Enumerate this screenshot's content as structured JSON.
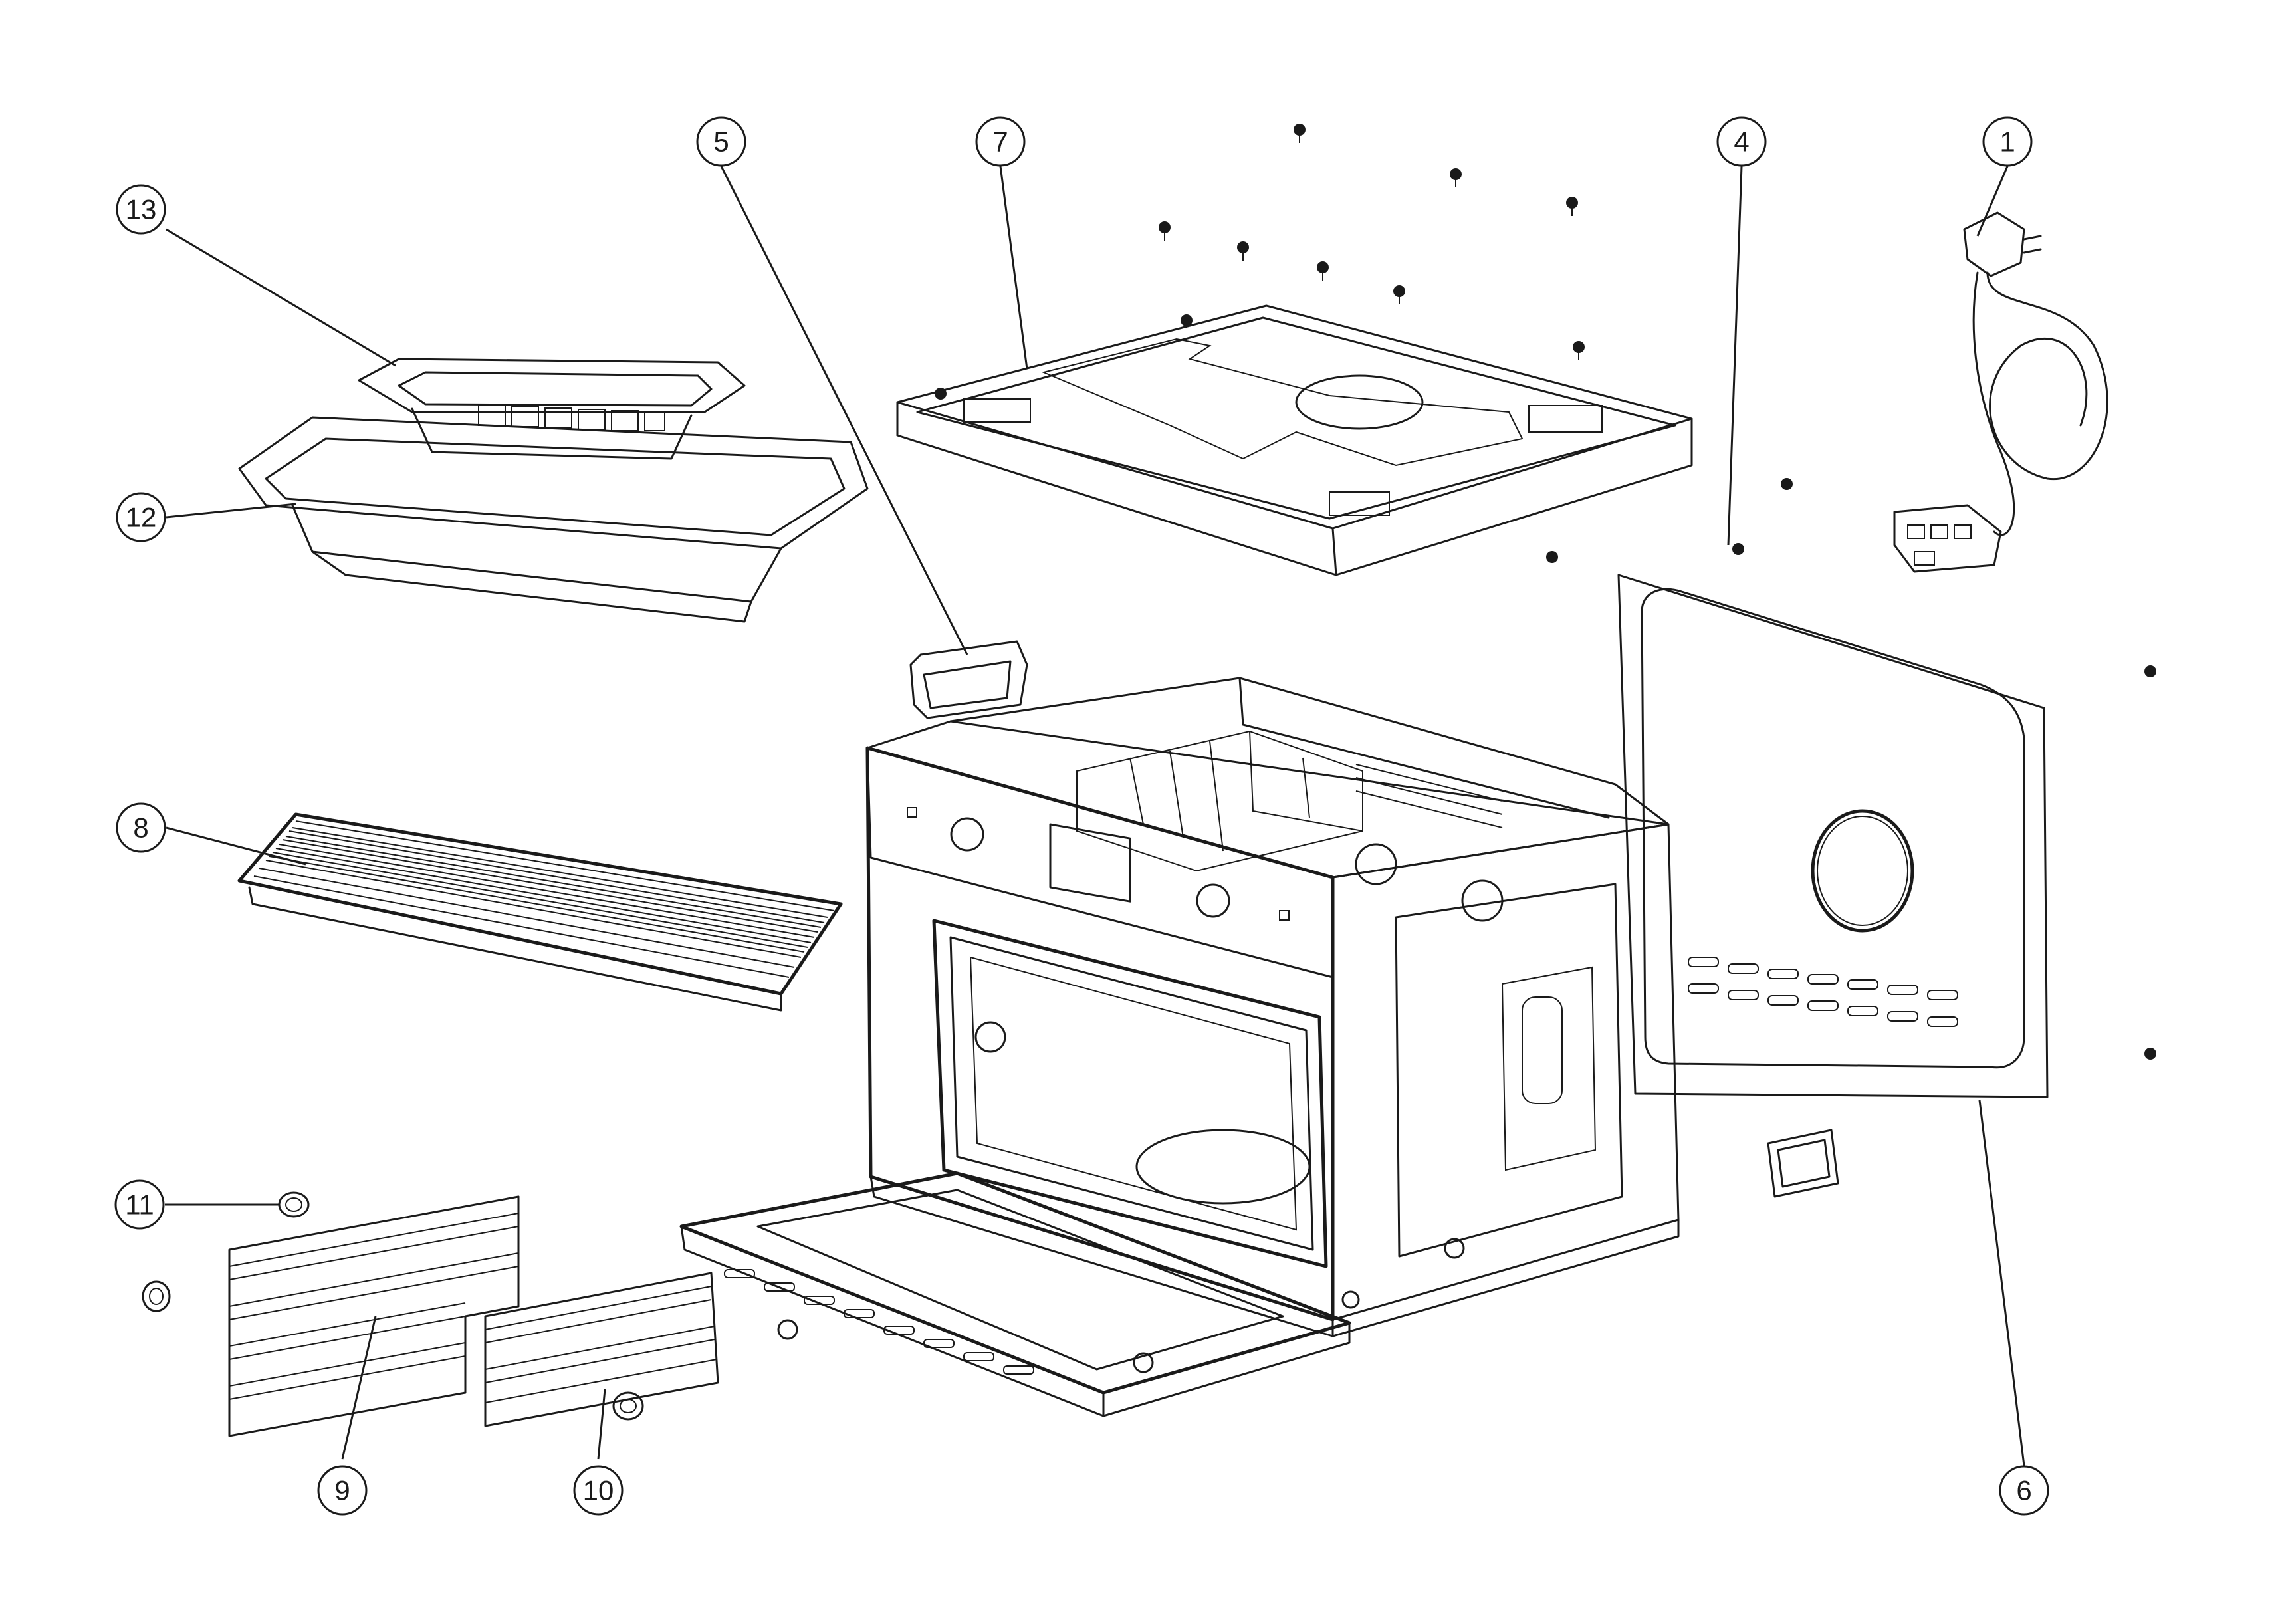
{
  "callouts": [
    {
      "id": "1",
      "label": "1"
    },
    {
      "id": "4",
      "label": "4"
    },
    {
      "id": "5",
      "label": "5"
    },
    {
      "id": "6",
      "label": "6"
    },
    {
      "id": "7",
      "label": "7"
    },
    {
      "id": "8",
      "label": "8"
    },
    {
      "id": "9",
      "label": "9"
    },
    {
      "id": "10",
      "label": "10"
    },
    {
      "id": "11",
      "label": "11"
    },
    {
      "id": "12",
      "label": "12"
    },
    {
      "id": "13",
      "label": "13"
    }
  ]
}
